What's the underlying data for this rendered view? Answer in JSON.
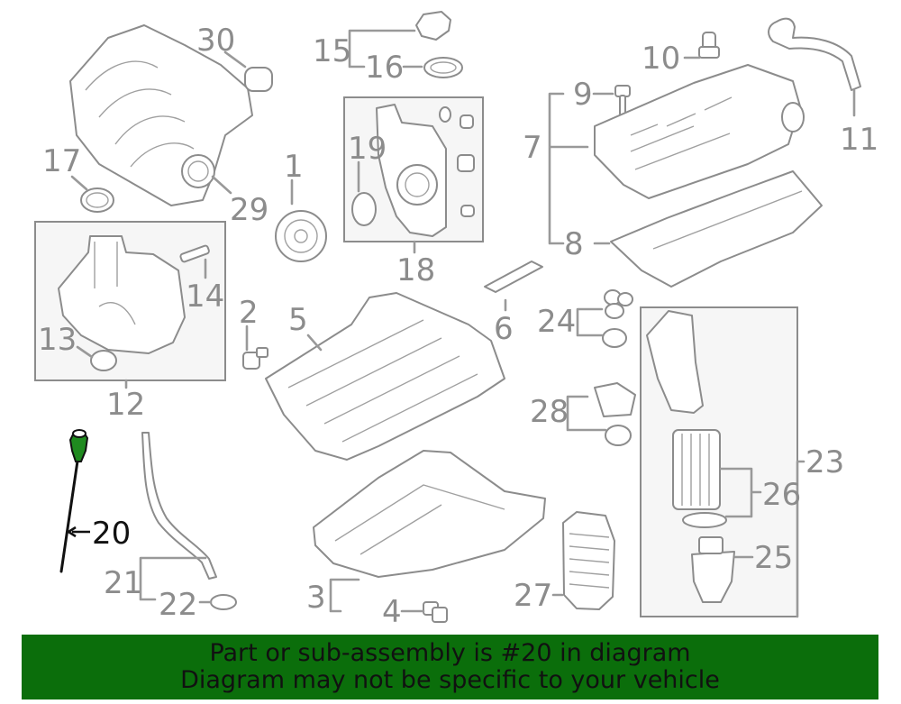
{
  "callouts": {
    "c1": "1",
    "c2": "2",
    "c3": "3",
    "c4": "4",
    "c5": "5",
    "c6": "6",
    "c7": "7",
    "c8": "8",
    "c9": "9",
    "c10": "10",
    "c11": "11",
    "c12": "12",
    "c13": "13",
    "c14": "14",
    "c15": "15",
    "c16": "16",
    "c17": "17",
    "c18": "18",
    "c19": "19",
    "c20": "20",
    "c21": "21",
    "c22": "22",
    "c23": "23",
    "c24": "24",
    "c25": "25",
    "c26": "26",
    "c27": "27",
    "c28": "28",
    "c29": "29",
    "c30": "30"
  },
  "highlighted_part": "20",
  "banner": {
    "line1": "Part or sub-assembly is #20 in diagram",
    "line2": "Diagram may not be specific to your vehicle"
  },
  "colors": {
    "banner_background": "#0b6e0b",
    "line_art": "#8c8c8c",
    "highlight": "#111111",
    "highlight_grip": "#1f8a1f"
  }
}
